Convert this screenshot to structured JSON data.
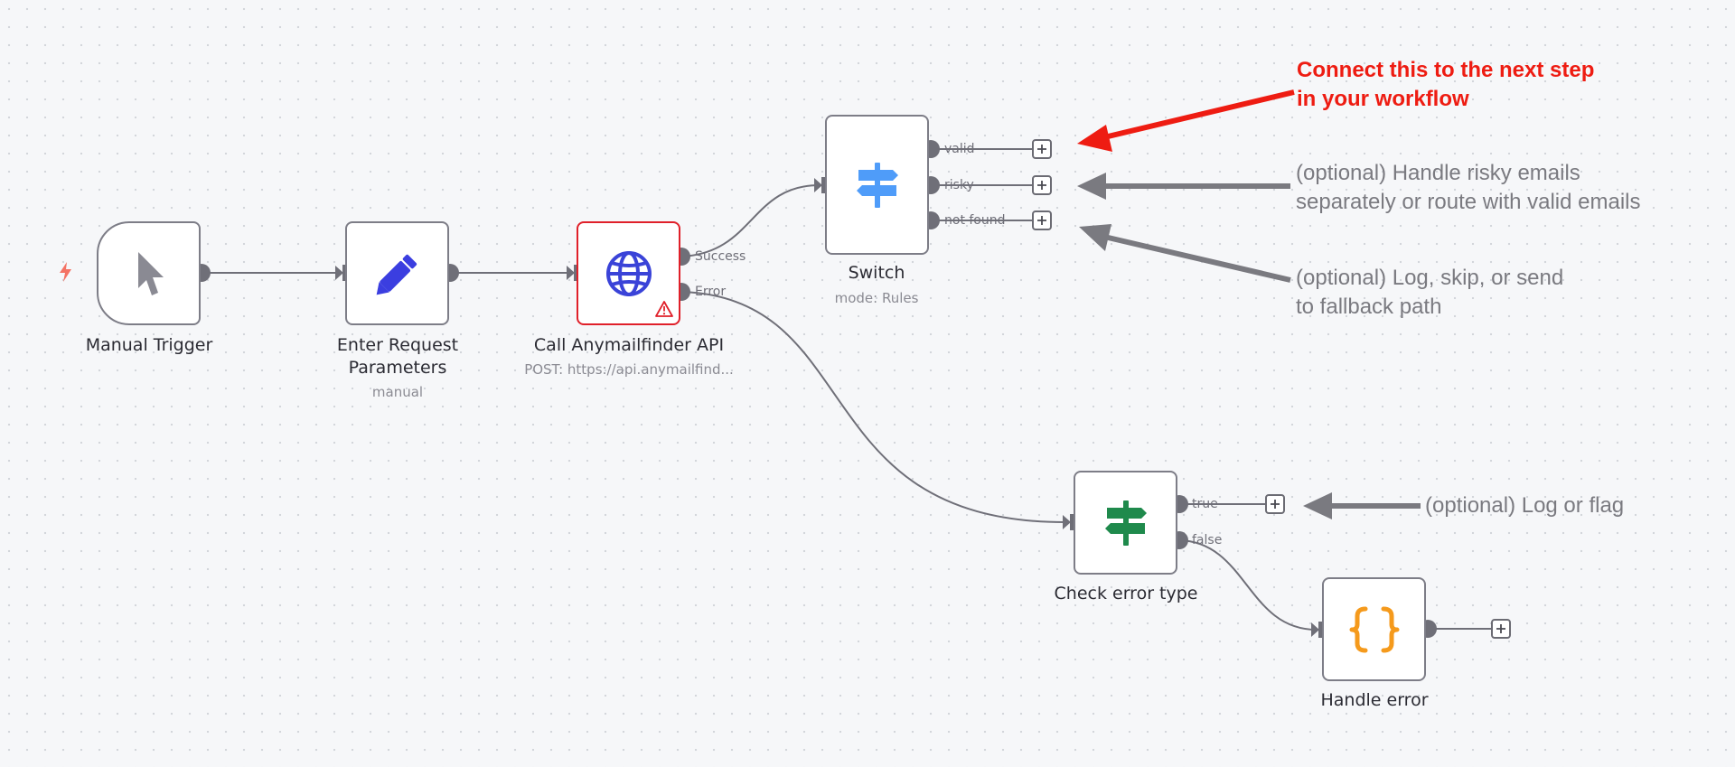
{
  "nodes": {
    "manual_trigger": {
      "label": "Manual Trigger",
      "icon": "cursor-pointer-icon"
    },
    "enter_params": {
      "label_line1": "Enter Request",
      "label_line2": "Parameters",
      "subtitle": "manual",
      "icon": "pencil-icon"
    },
    "call_api": {
      "label": "Call Anymailfinder API",
      "subtitle": "POST: https://api.anymailfind...",
      "icon": "globe-icon",
      "outputs": [
        "Success",
        "Error"
      ],
      "status": "error"
    },
    "switch": {
      "label": "Switch",
      "subtitle": "mode: Rules",
      "icon": "signpost-icon",
      "outputs": [
        "valid",
        "risky",
        "not found"
      ]
    },
    "check_error_type": {
      "label": "Check error type",
      "icon": "signpost-icon",
      "outputs": [
        "true",
        "false"
      ]
    },
    "handle_error": {
      "label": "Handle error",
      "icon": "curly-braces-icon"
    }
  },
  "notes": {
    "connect_next_line1": "Connect this to the next step",
    "connect_next_line2": "in your workflow",
    "risky_line1": "(optional) Handle risky emails",
    "risky_line2": "separately or route with valid emails",
    "not_found_line1": "(optional) Log, skip, or send",
    "not_found_line2": "to fallback path",
    "log_flag": "(optional) Log or flag"
  },
  "colors": {
    "error_border": "#e0202a",
    "note_red": "#ee1c12",
    "globe_blue": "#3a43d8",
    "pencil_blue": "#3b3ee0",
    "switch_blue": "#4f9cf9",
    "if_green": "#1f8a4c",
    "code_orange": "#f59a1c",
    "trigger_bolt": "#f47264"
  }
}
